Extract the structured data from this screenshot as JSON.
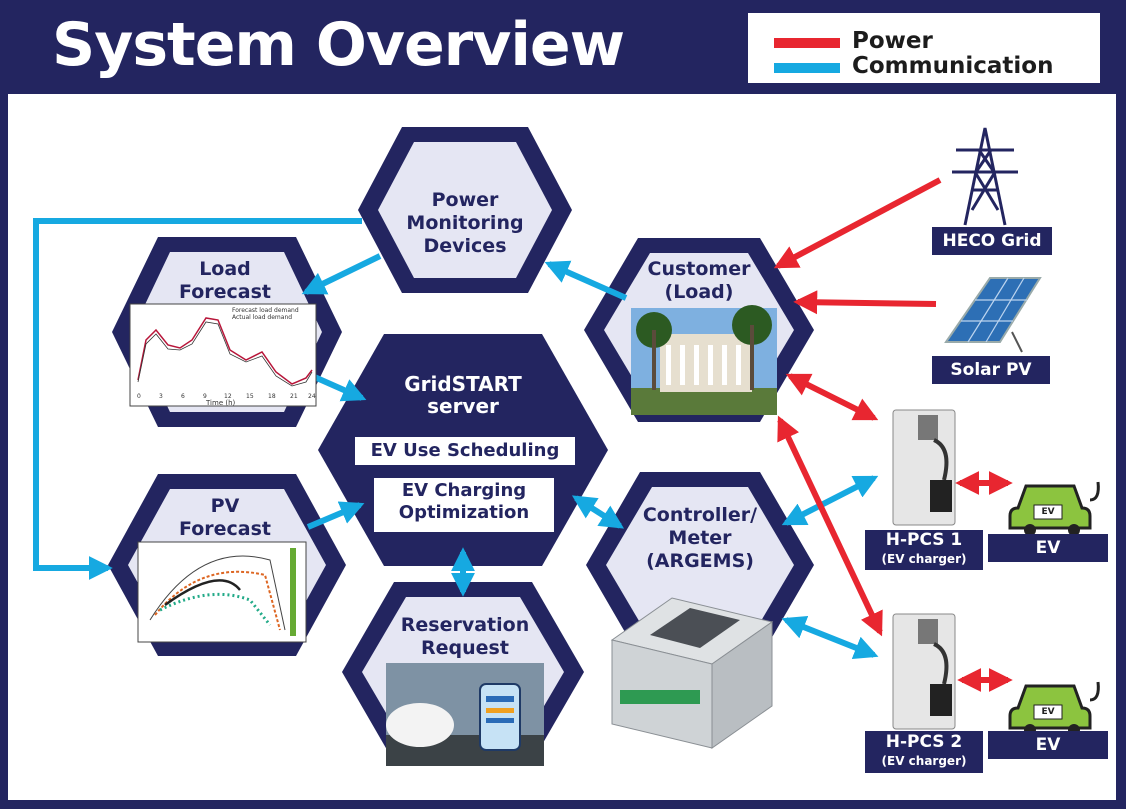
{
  "title": "System Overview",
  "legend": {
    "power": "Power",
    "communication": "Communication"
  },
  "colors": {
    "navy": "#232560",
    "hex_fill": "#e5e6f3",
    "power": "#e82630",
    "comm": "#16a9e1"
  },
  "nodes": {
    "power_monitoring": "Power\nMonitoring\nDevices",
    "load_forecast": "Load\nForecast",
    "customer": "Customer\n(Load)",
    "server": "GridSTART\nserver",
    "ev_use": "EV Use Scheduling",
    "ev_charging": "EV Charging\nOptimization",
    "pv_forecast": "PV\nForecast",
    "controller": "Controller/\nMeter\n(ARGEMS)",
    "reservation": "Reservation\nRequest"
  },
  "assets": {
    "heco": "HECO Grid",
    "solar": "Solar PV",
    "hpcs1": "H-PCS 1",
    "hpcs1_sub": "(EV charger)",
    "hpcs2": "H-PCS 2",
    "hpcs2_sub": "(EV charger)",
    "ev1": "EV",
    "ev2": "EV",
    "car_badge": "EV"
  },
  "load_chart": {
    "legend": [
      "Forecast load demand",
      "Actual load demand"
    ],
    "x_ticks": [
      "0",
      "3",
      "6",
      "9",
      "12",
      "15",
      "18",
      "21",
      "24"
    ],
    "xlabel": "Time (h)"
  }
}
